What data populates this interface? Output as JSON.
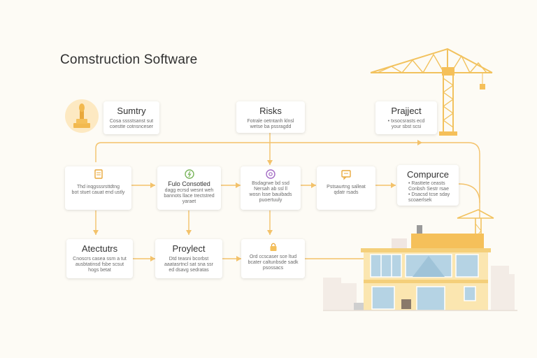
{
  "title": "Comstruction Software",
  "colors": {
    "accent": "#f5c05a",
    "accent_dark": "#e9a83b",
    "connector": "#f3c26a",
    "building_glass": "#b5d3e4",
    "building_wall": "#fbe6b0",
    "icon_green": "#7ab55c",
    "icon_purple": "#a36bc4"
  },
  "cards": {
    "summary": {
      "title": "Sumtry",
      "desc": [
        "Cosa sssstsanst sut",
        "coestte cotnsnceser"
      ]
    },
    "risks": {
      "title": "Risks",
      "desc": [
        "Fotrale oetntanh klnsl",
        "wetse ba pssragdd"
      ]
    },
    "project_top": {
      "title": "Prajject",
      "desc": [
        "• txsocsrasts ecd",
        "your sbst scsi"
      ]
    },
    "row1_a": {
      "icon": "doc-icon",
      "desc": [
        "Thd inqgsssrsttdtng",
        "bot stuet cauat end ustly"
      ]
    },
    "row1_b": {
      "icon": "lightning-icon",
      "title": "Fulo Consotled",
      "desc": [
        "dagg ecrsd wesnt weh",
        "bannots llace trectstred",
        "yaraet"
      ]
    },
    "row1_c": {
      "icon": "at-icon",
      "desc": [
        "Bsdagrwe bd ssd",
        "Nersah ab ssl ll",
        "wosn lsse bauibads",
        "puoertuuly"
      ]
    },
    "row1_d": {
      "icon": "chat-icon",
      "desc": [
        "Pstsaurtng salleat",
        "qdatr rsads"
      ]
    },
    "compliance": {
      "title": "Compurce",
      "desc": [
        "• Rasttete ceasts",
        "Conbsh Sestr rsae",
        "• Dsacsd tcse sday",
        "scoaerlsek"
      ]
    },
    "accidents": {
      "title": "Atectutrs",
      "desc": [
        "Cnoscrs casea ssm a tut",
        "ausbtatinsd fsbe scsut",
        "hogs betat"
      ]
    },
    "project_bottom": {
      "title": "Proylect",
      "desc": [
        "Dtd teasni bcorbst",
        "aaatasrtncl sat sna ssr",
        "ed dsavg sedratas"
      ]
    },
    "lock_card": {
      "icon": "lock-icon",
      "desc": [
        "Ord ccscaser sce ltud",
        "bcater caltunbsde sadk",
        "psossacs"
      ]
    }
  }
}
